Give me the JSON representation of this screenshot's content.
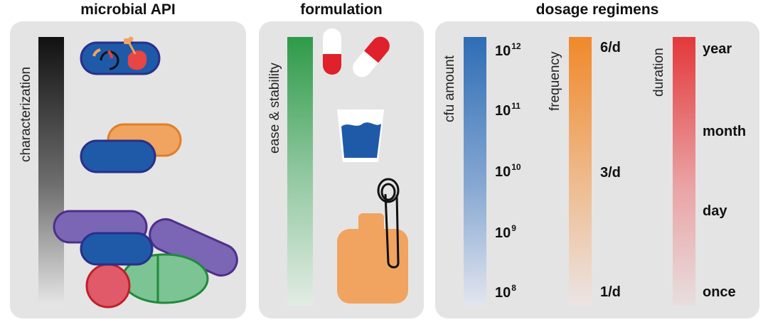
{
  "titles": {
    "microbial_api": "microbial API",
    "formulation": "formulation",
    "dosage_regimens": "dosage regimens"
  },
  "microbial_api": {
    "axis_label": "characterization",
    "gradient_color": "#111111",
    "cell_icons": [
      "engineered-bacterium-icon",
      "two-bacteria-icon",
      "bacterial-community-icon"
    ]
  },
  "formulation": {
    "axis_label": "ease & stability",
    "gradient_color": "#2e9a48",
    "form_icons": [
      "capsule-icon",
      "drink-cup-icon",
      "enema-bag-icon"
    ]
  },
  "dosage": {
    "cfu": {
      "label": "cfu amount",
      "color": "#2f6db5",
      "ticks": [
        {
          "base": "10",
          "exp": "12"
        },
        {
          "base": "10",
          "exp": "11"
        },
        {
          "base": "10",
          "exp": "10"
        },
        {
          "base": "10",
          "exp": "9"
        },
        {
          "base": "10",
          "exp": "8"
        }
      ]
    },
    "frequency": {
      "label": "frequency",
      "color": "#f0892a",
      "ticks": [
        "6/d",
        "3/d",
        "1/d"
      ]
    },
    "duration": {
      "label": "duration",
      "color": "#e3383a",
      "ticks": [
        "year",
        "month",
        "day",
        "once"
      ]
    }
  },
  "colors": {
    "panel_bg": "#e4e4e4",
    "dark_blue": "#1e5aa8",
    "navy_outline": "#2a2f8a",
    "orange": "#f0a460",
    "purple": "#7a66b5",
    "green": "#7cc494",
    "red": "#e05a6a"
  }
}
